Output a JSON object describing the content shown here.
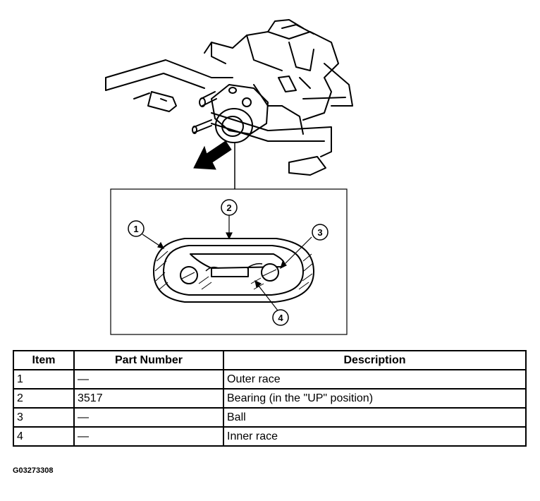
{
  "callouts": {
    "c1": "1",
    "c2": "2",
    "c3": "3",
    "c4": "4"
  },
  "table": {
    "headers": [
      "Item",
      "Part Number",
      "Description"
    ],
    "rows": [
      {
        "item": "1",
        "part": "—",
        "desc": "Outer race"
      },
      {
        "item": "2",
        "part": "3517",
        "desc": "Bearing (in the \"UP\" position)"
      },
      {
        "item": "3",
        "part": "—",
        "desc": "Ball"
      },
      {
        "item": "4",
        "part": "—",
        "desc": "Inner race"
      }
    ]
  },
  "figure_id": "G03273308"
}
